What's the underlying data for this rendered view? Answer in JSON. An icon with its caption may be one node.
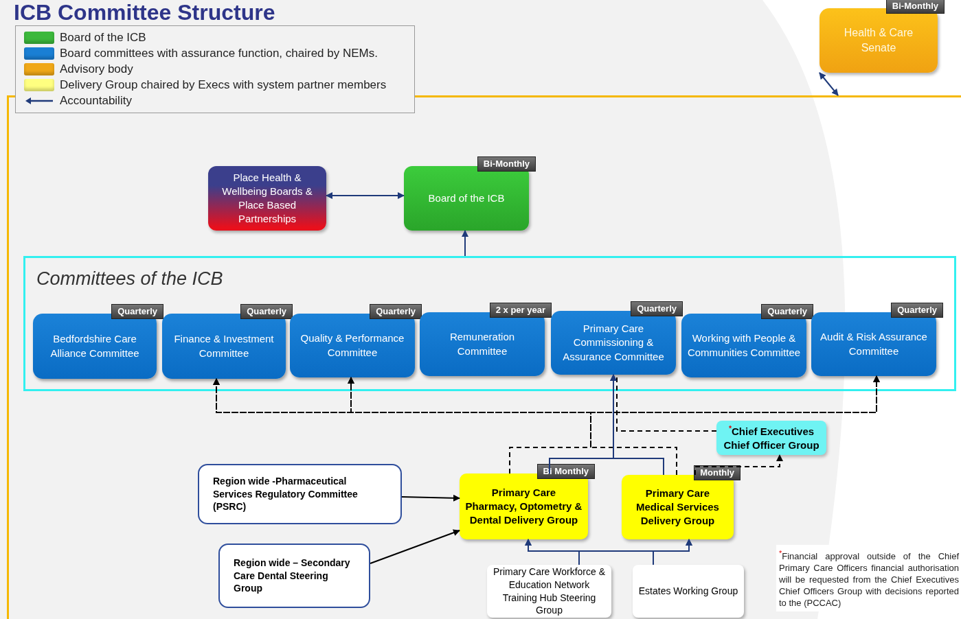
{
  "diagram": {
    "title": "ICB Committee Structure",
    "nodes": [
      {
        "text": [
          "Health & Care Senate"
        ],
        "beside": [
          "Bi-Monthly"
        ]
      },
      {
        "text": [],
        "shape": "box"
      },
      {
        "text": [
          "Place Health & Wellbeing Boards & Place Based Partnerships"
        ],
        "in": 1
      },
      {
        "text": [
          "Board of the ICB"
        ],
        "beside": [
          "Bi-Monthly"
        ],
        "in": 1
      },
      {
        "text": [
          "Committees of the ICB"
        ],
        "in": 1
      },
      {
        "text": [
          "Bedfordshire Care Alliance Committee"
        ],
        "beside": [
          "Quarterly"
        ],
        "in": 4
      },
      {
        "text": [
          "Finance & Investment Committee"
        ],
        "beside": [
          "Quarterly"
        ],
        "in": 4
      },
      {
        "text": [
          "Quality & Performance Committee"
        ],
        "beside": [
          "Quarterly"
        ],
        "in": 4
      },
      {
        "text": [
          "Remuneration Committee"
        ],
        "beside": [
          "2 x per year"
        ],
        "in": 4
      },
      {
        "text": [
          "Primary Care Commissioning & Assurance Committee"
        ],
        "beside": [
          "Quarterly"
        ],
        "in": 4
      },
      {
        "text": [
          "Working with People & Communities Committee"
        ],
        "beside": [
          "Quarterly"
        ],
        "in": 4
      },
      {
        "text": [
          "Audit & Risk Assurance Committee"
        ],
        "beside": [
          "Quarterly"
        ],
        "in": 4
      },
      {
        "text": [
          "$^{*}$Chief Executives Chief Officer Group"
        ],
        "in": 1
      },
      {
        "text": [
          "Region wide -Pharmaceutical Services Regulatory Committee (PSRC)"
        ],
        "in": 1
      },
      {
        "text": [
          "Region wide – Secondary Care Dental Steering Group"
        ],
        "in": 1
      },
      {
        "text": [
          "Primary Care Pharmacy, Optometry & Dental Delivery Group"
        ],
        "beside": [
          "Bi Monthly"
        ],
        "in": 1
      },
      {
        "text": [
          "Primary Care Medical Services Delivery Group"
        ],
        "beside": [
          "Monthly"
        ],
        "in": 1
      },
      {
        "text": [
          "Primary Care Workforce & Education Network Training Hub Steering Group"
        ],
        "in": 1
      },
      {
        "text": [
          "Estates Working Group"
        ],
        "in": 1
      }
    ],
    "edges": [
      {
        "from": 0,
        "to": 1,
        "arrow": "both",
        "color": "#1f3a7a"
      },
      {
        "from": 2,
        "to": 3,
        "arrow": "both",
        "color": "#1f3a7a"
      },
      {
        "from": 4,
        "to": 3,
        "arrow": "to",
        "color": "#1f3a7a"
      },
      {
        "from": 15,
        "to": 6,
        "arrow": "to",
        "style": "dashed"
      },
      {
        "from": 15,
        "to": 7,
        "arrow": "to",
        "style": "dashed"
      },
      {
        "from": 15,
        "to": 11,
        "arrow": "to",
        "style": "dashed"
      },
      {
        "from": 16,
        "to": 6,
        "arrow": "to",
        "style": "dashed"
      },
      {
        "from": 16,
        "to": 7,
        "arrow": "to",
        "style": "dashed"
      },
      {
        "from": 16,
        "to": 11,
        "arrow": "to",
        "style": "dashed"
      },
      {
        "from": 12,
        "to": 9,
        "arrow": "none",
        "style": "dashed"
      },
      {
        "from": 16,
        "to": 12,
        "arrow": "to",
        "style": "dashed"
      },
      {
        "from": 15,
        "to": 9,
        "arrow": "to",
        "color": "#1f3a7a"
      },
      {
        "from": 16,
        "to": 9,
        "arrow": "to",
        "color": "#1f3a7a"
      },
      {
        "from": 13,
        "to": 15,
        "arrow": "to"
      },
      {
        "from": 14,
        "to": 15,
        "arrow": "to"
      },
      {
        "from": 17,
        "to": 15,
        "arrow": "to",
        "color": "#1f3a7a"
      },
      {
        "from": 17,
        "to": 16,
        "arrow": "to",
        "color": "#1f3a7a"
      },
      {
        "from": 18,
        "to": 15,
        "arrow": "to",
        "color": "#1f3a7a"
      },
      {
        "from": 18,
        "to": 16,
        "arrow": "to",
        "color": "#1f3a7a"
      }
    ],
    "labels": [
      "$^{*}$Financial approval outside of the Chief Primary Care Officers financial authorisation will be requested from the Chief Executives Chief Officers Group with decisions reported to the (PCCAC)"
    ],
    "legend": [
      {
        "text": "Board of the ICB",
        "color": "#3cb83c"
      },
      {
        "text": "Board committees with assurance function, chaired by NEMs.",
        "color": "#1a7fd4"
      },
      {
        "text": "Advisory body",
        "color": "#f0a818"
      },
      {
        "text": "Delivery Group chaired by Execs with system partner members",
        "color": "#ffff80"
      },
      {
        "text": "Accountability"
      }
    ]
  }
}
